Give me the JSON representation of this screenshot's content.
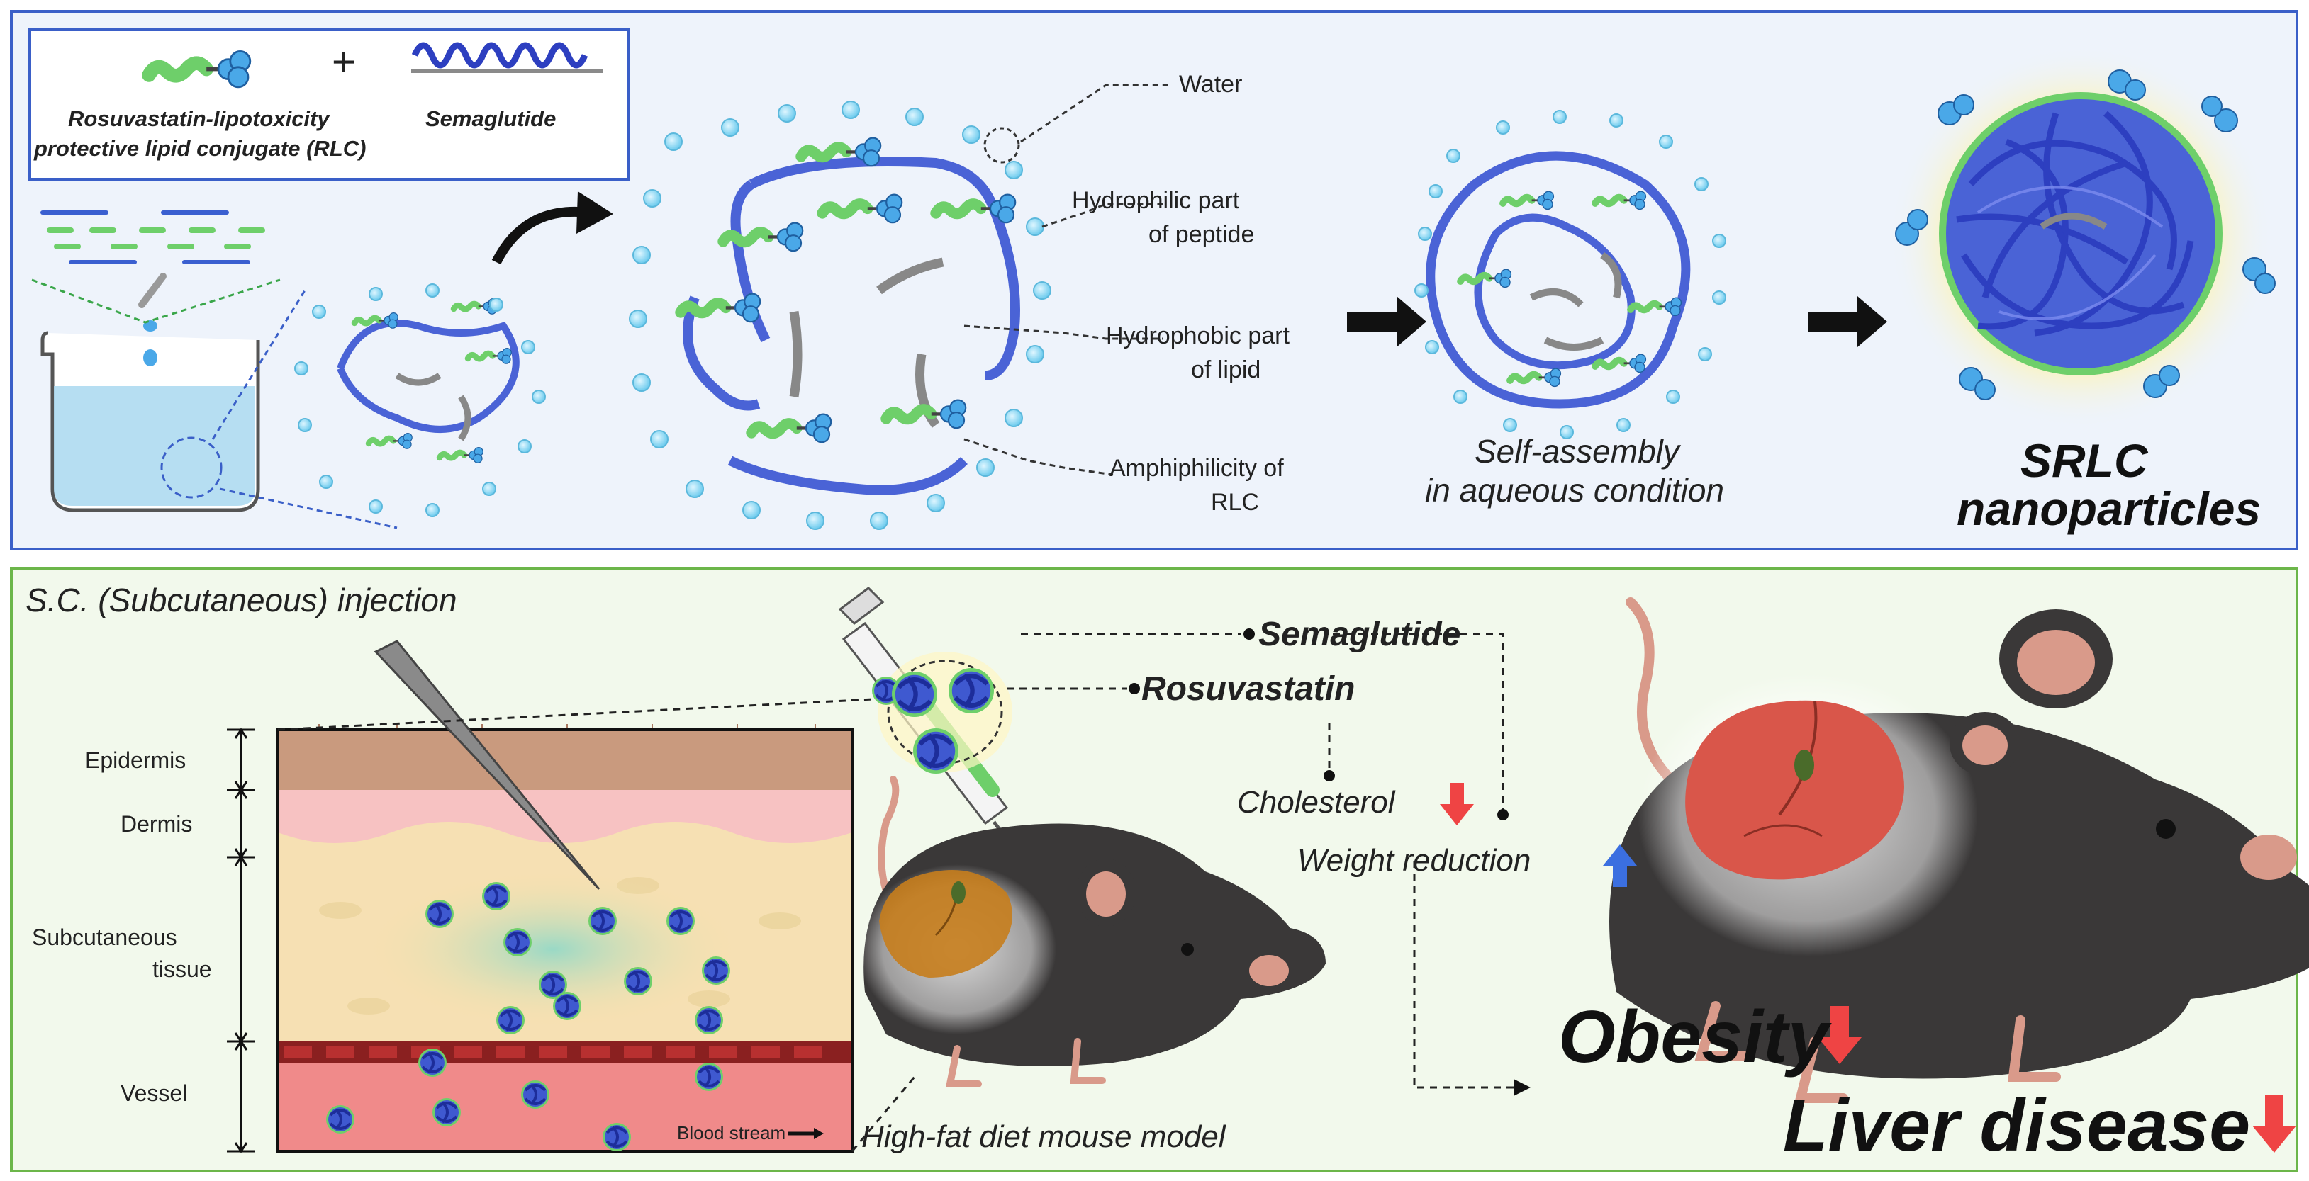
{
  "top_panel": {
    "legend": {
      "rlc_label_line1": "Rosuvastatin-lipotoxicity",
      "rlc_label_line2": "protective lipid conjugate (RLC)",
      "plus": "+",
      "semaglutide_label": "Semaglutide"
    },
    "callouts": {
      "water": "Water",
      "hydrophilic_line1": "Hydrophilic part",
      "hydrophilic_line2": "of peptide",
      "hydrophobic_line1": "Hydrophobic part",
      "hydrophobic_line2": "of lipid",
      "amphiphilicity_line1": "Amphiphilicity of",
      "amphiphilicity_line2": "RLC"
    },
    "self_assembly_line1": "Self-assembly",
    "self_assembly_line2": "in aqueous condition",
    "nanoparticle_line1": "SRLC",
    "nanoparticle_line2": "nanoparticles"
  },
  "bottom_panel": {
    "injection_title": "S.C. (Subcutaneous) injection",
    "layers": {
      "epidermis": "Epidermis",
      "dermis": "Dermis",
      "subcutaneous_line1": "Subcutaneous",
      "subcutaneous_line2": "tissue",
      "vessel": "Vessel"
    },
    "blood_stream": "Blood stream",
    "mouse_model": "High-fat diet mouse model",
    "semaglutide": "Semaglutide",
    "rosuvastatin": "Rosuvastatin",
    "cholesterol": "Cholesterol",
    "weight_reduction": "Weight reduction",
    "obesity": "Obesity",
    "liver_disease": "Liver disease"
  },
  "colors": {
    "top_border": "#3a5fc8",
    "top_bg": "#eef3fb",
    "bottom_border": "#6cb64a",
    "bottom_bg": "#f2f9ec",
    "peptide_blue": "#4a63d6",
    "lipid_green": "#6ecf6a",
    "water_cyan": "#7fd3ef",
    "arrow_red": "#ef4444",
    "arrow_blue": "#3b6fe0",
    "mouse_dark": "#3a3838",
    "liver_red": "#d9564a",
    "liver_orange": "#c77d1c"
  }
}
